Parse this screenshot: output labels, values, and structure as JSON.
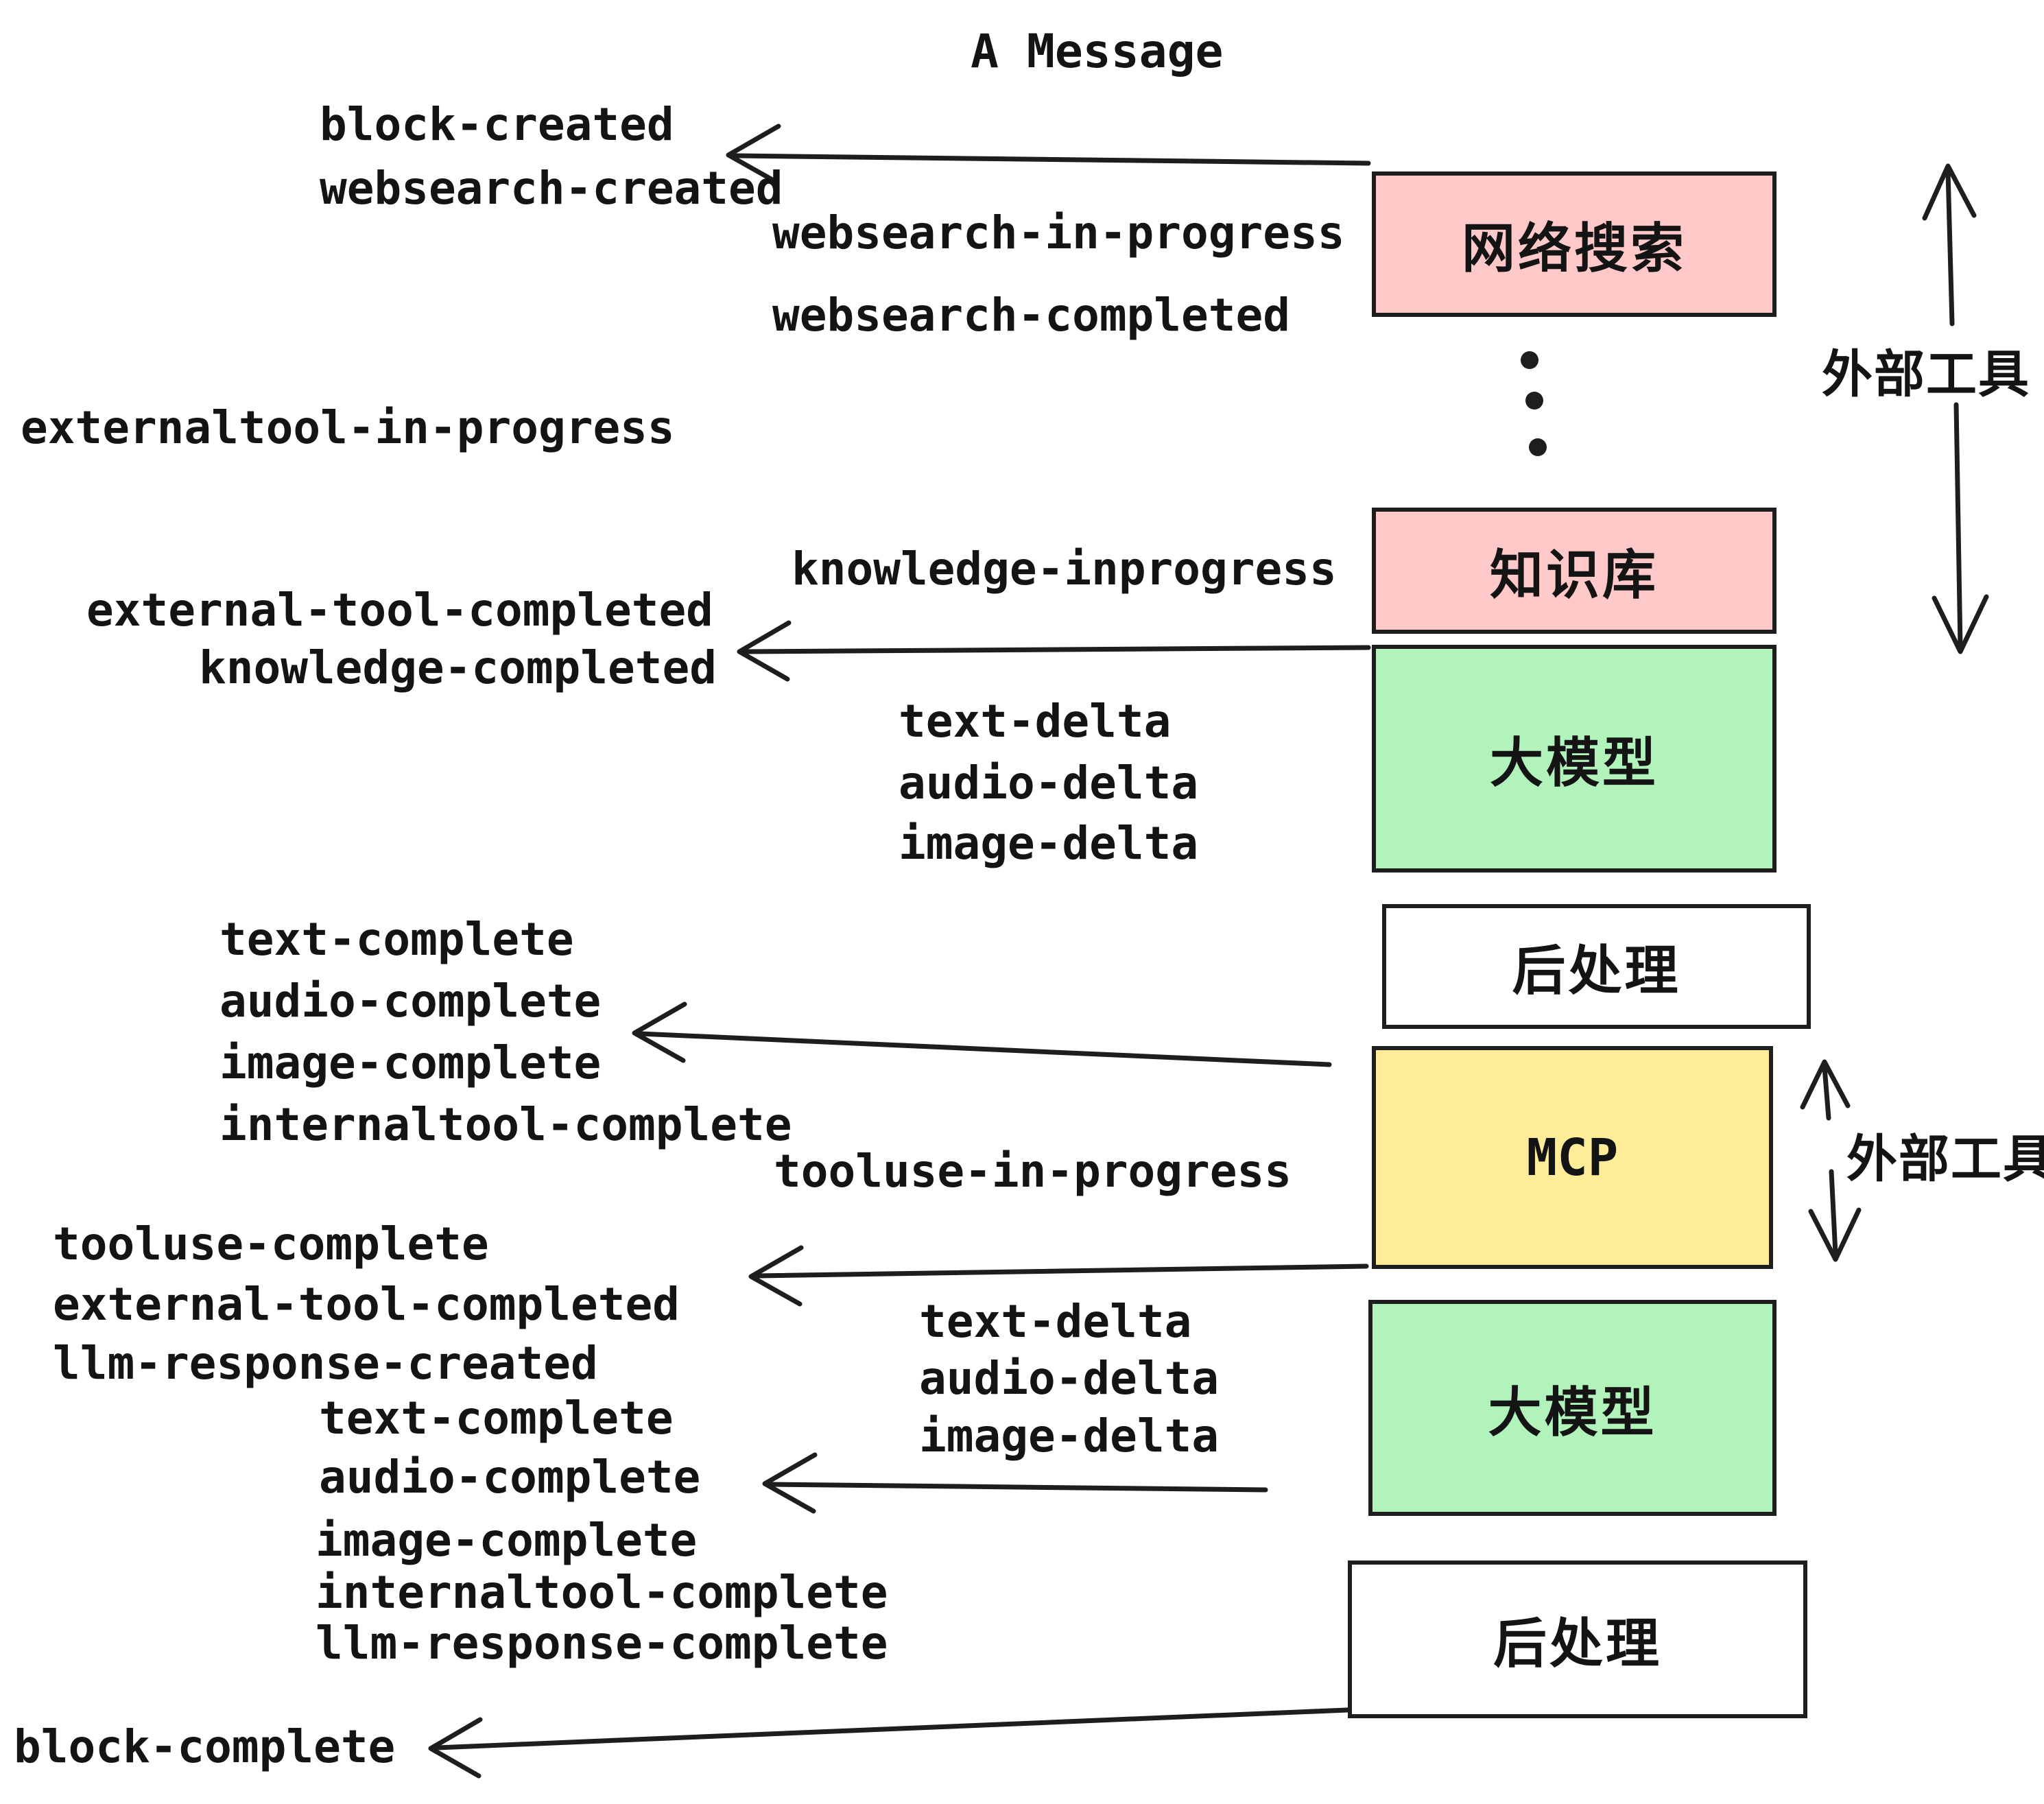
{
  "title": "A Message",
  "colors": {
    "pink": "#ffc9c9",
    "green": "#b2f2bb",
    "yellow": "#ffec99",
    "white": "#ffffff",
    "stroke": "#1e1e1e"
  },
  "boxes": {
    "websearch": {
      "label": "网络搜索"
    },
    "knowledge": {
      "label": "知识库"
    },
    "llm1": {
      "label": "大模型"
    },
    "post1": {
      "label": "后处理"
    },
    "mcp": {
      "label": "MCP"
    },
    "llm2": {
      "label": "大模型"
    },
    "post2": {
      "label": "后处理"
    }
  },
  "side_labels": {
    "external_tools_top": "外部工具",
    "external_tools_mcp": "外部工具"
  },
  "events": {
    "block_created": "block-created",
    "websearch_created": "websearch-created",
    "websearch_in_progress": "websearch-in-progress",
    "websearch_completed": "websearch-completed",
    "externaltool_in_progress": "externaltool-in-progress",
    "knowledge_inprogress": "knowledge-inprogress",
    "external_tool_completed_1": "external-tool-completed",
    "knowledge_completed": "knowledge-completed",
    "text_delta_1": "text-delta",
    "audio_delta_1": "audio-delta",
    "image_delta_1": "image-delta",
    "text_complete_1": "text-complete",
    "audio_complete_1": "audio-complete",
    "image_complete_1": "image-complete",
    "internaltool_complete_1": "internaltool-complete",
    "tooluse_in_progress": "tooluse-in-progress",
    "tooluse_complete": "tooluse-complete",
    "external_tool_completed_2": "external-tool-completed",
    "llm_response_created": "llm-response-created",
    "text_complete_2": "text-complete",
    "audio_complete_2": "audio-complete",
    "text_delta_2": "text-delta",
    "audio_delta_2": "audio-delta",
    "image_delta_2": "image-delta",
    "image_complete_2": "image-complete",
    "internaltool_complete_2": "internaltool-complete",
    "llm_response_complete": "llm-response-complete",
    "block_complete": "block-complete"
  }
}
